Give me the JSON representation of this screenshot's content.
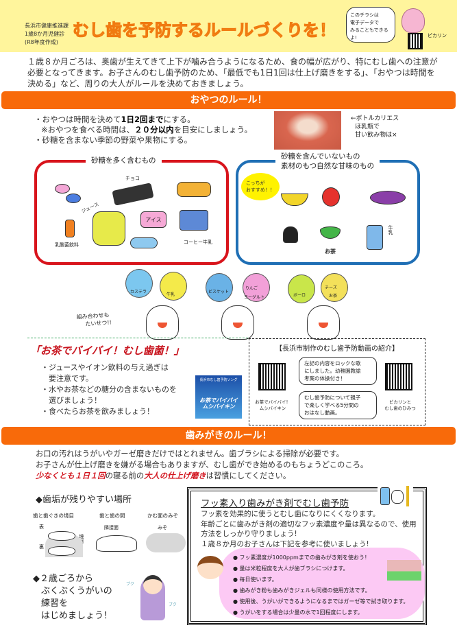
{
  "header": {
    "department": [
      "長浜市健康推進課",
      "1歳8か月児健診",
      "(R8年度作成)"
    ],
    "title": "むし歯を予防するルールづくりを！",
    "bubble": [
      "このチラシは",
      "電子データで",
      "みることもできるよ!"
    ],
    "mascot_name": "ピカリン",
    "bg_color": "#fff59c"
  },
  "intro": "１歳８か月ごろは、奥歯が生えてきて上下が噛み合うようになるため、食の幅が広がり、特にむし歯への注意が必要となってきます。お子さんのむし歯予防のため、「最低でも1日1回は仕上げ磨きをする」、「おやつは時間を決める」など、周りの大人がルールを決めておきましょう。",
  "snack_section": {
    "heading": "おやつのルール！",
    "rule1_pre": "・おやつは時間を決めて",
    "rule1_bold": "1日2回まで",
    "rule1_post": "にする。",
    "note_pre": "※おやつを食べる時間は、",
    "note_bold": "２０分以内",
    "note_post": "を目安にしましょう。",
    "rule2": "・砂糖を含まない季節の野菜や果物にする。",
    "photo_caption": [
      "←ボトルカリエス",
      "ほ乳瓶で",
      "甘い飲み物は×"
    ],
    "sugary": {
      "label": "砂糖を多く含むもの",
      "items": [
        "チョコ",
        "ジュース",
        "アイス",
        "コーヒー牛乳",
        "乳酸菌飲料"
      ]
    },
    "sugarfree": {
      "label_line1": "砂糖を含んでいないもの",
      "label_line2": "素材のもつ自然な甘味のもの",
      "bubble": [
        "こっちが",
        "おすすめ！！"
      ],
      "items": [
        "お茶",
        "牛乳"
      ]
    },
    "combo_label": [
      "組み合わせも",
      "たいせつ!!"
    ],
    "combos": [
      "カステラ",
      "牛乳",
      "ビスケット",
      "りんご",
      "ヨーグルト",
      "ボーロ",
      "チーズ",
      "お茶"
    ]
  },
  "tea_section": {
    "title": "「お茶でバイバイ！むし歯菌！」",
    "bullets": [
      "・ジュースやイオン飲料の与え過ぎは",
      "　要注意です。",
      "・水やお茶などの糖分の含まないものを",
      "　選びましょう！",
      "・食べたらお茶を飲みましょう！"
    ],
    "thumb_top": "長浜市むし歯予防ソング",
    "thumb_title": "お茶でバイバイ ムシバイキン"
  },
  "videos": {
    "heading": "【長浜市制作のむし歯予防動画の紹介】",
    "video1_caption": [
      "お茶でバイバイ！",
      "ムシバイキン"
    ],
    "video1_desc": [
      "左記の内容をロックな歌",
      "にしました。幼稚園教諭",
      "考案の体操付き！"
    ],
    "video2_desc": [
      "むし歯予防について親子",
      "で楽しく学べる5分間の",
      "おはなし動画。"
    ],
    "video2_caption": [
      "ピカリンと",
      "むし歯のひみつ"
    ]
  },
  "brushing": {
    "heading": "歯みがきのルール！",
    "line1": "お口の汚れはうがいやガーゼ磨きだけではとれません。歯ブラシによる掃除が必要です。",
    "line2": "お子さんが仕上げ磨きを嫌がる場合もありますが、むし歯ができ始めるのもちょうどこのころ。",
    "line3_hl1": "少なくとも１日１回",
    "line3_mid": "の寝る前の",
    "line3_hl2": "大人の仕上げ磨き",
    "line3_post": "は習慣にしてください。",
    "plaque_title": "◆歯垢が残りやすい場所",
    "spots": [
      "歯と歯ぐきの境目",
      "歯と歯の間",
      "かむ面のみぞ"
    ],
    "spot_labels": [
      "表",
      "裏",
      "境目",
      "隣接面",
      "みぞ"
    ],
    "rinse": [
      "◆２歳ごろから",
      "ぶくぶくうがいの",
      "練習を",
      "はじめましょう！"
    ],
    "rinse_sfx": [
      "ブク",
      "ブク"
    ]
  },
  "fluoride": {
    "title": "フッ素入り歯みがき剤でむし歯予防",
    "lines": [
      "フッ素を効果的に使うとむし歯になりにくくなります。",
      "年齢ごとに歯みがき剤の適切なフッ素濃度や量は異なるので、使用",
      "方法をしっかり守りましょう!",
      "１歳８か月のお子さんは下記を参考に使いましょう!"
    ],
    "bullets": [
      "フッ素濃度が1000ppmまでの歯みがき剤を使おう！",
      "量は米粒程度を大人が歯ブラシにつけます。",
      "毎日使います。",
      "歯みがき粉も歯みがきジェルも同様の使用方法です。",
      "使用後、うがいができるようになるまではガーゼ等で拭き取ります。",
      "うがいをする場合は少量の水で1回程度にします。"
    ]
  },
  "colors": {
    "orange": "#f86a0a",
    "red": "#d2141e",
    "blue": "#1f6fb5",
    "pink": "#fcc9f4"
  }
}
